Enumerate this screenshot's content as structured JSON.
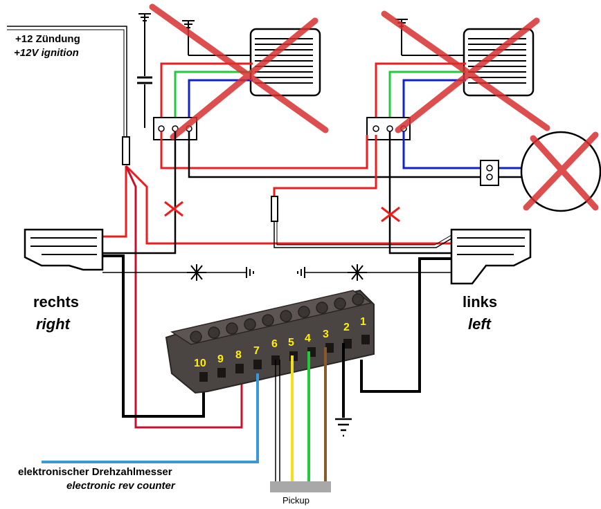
{
  "labels": {
    "ignition_de": "+12 Zündung",
    "ignition_en": "+12V ignition",
    "right_de": "rechts",
    "right_en": "right",
    "left_de": "links",
    "left_en": "left",
    "rev_de": "elektronischer Drehzahlmesser",
    "rev_en": "electronic rev counter",
    "pickup": "Pickup"
  },
  "terminal_block": {
    "pins": [
      "10",
      "9",
      "8",
      "7",
      "6",
      "5",
      "4",
      "3",
      "2",
      "1"
    ]
  },
  "colors": {
    "red": "#ee1c1c",
    "dark_red": "#c8102e",
    "green": "#22c93c",
    "blue": "#1020d0",
    "black": "#000000",
    "cyan": "#3a98d8",
    "yellow": "#f0e020",
    "brown": "#8b5a2b",
    "block": "#4a4442",
    "pin_label": "#ffef00",
    "cross_out": "#d83030"
  }
}
